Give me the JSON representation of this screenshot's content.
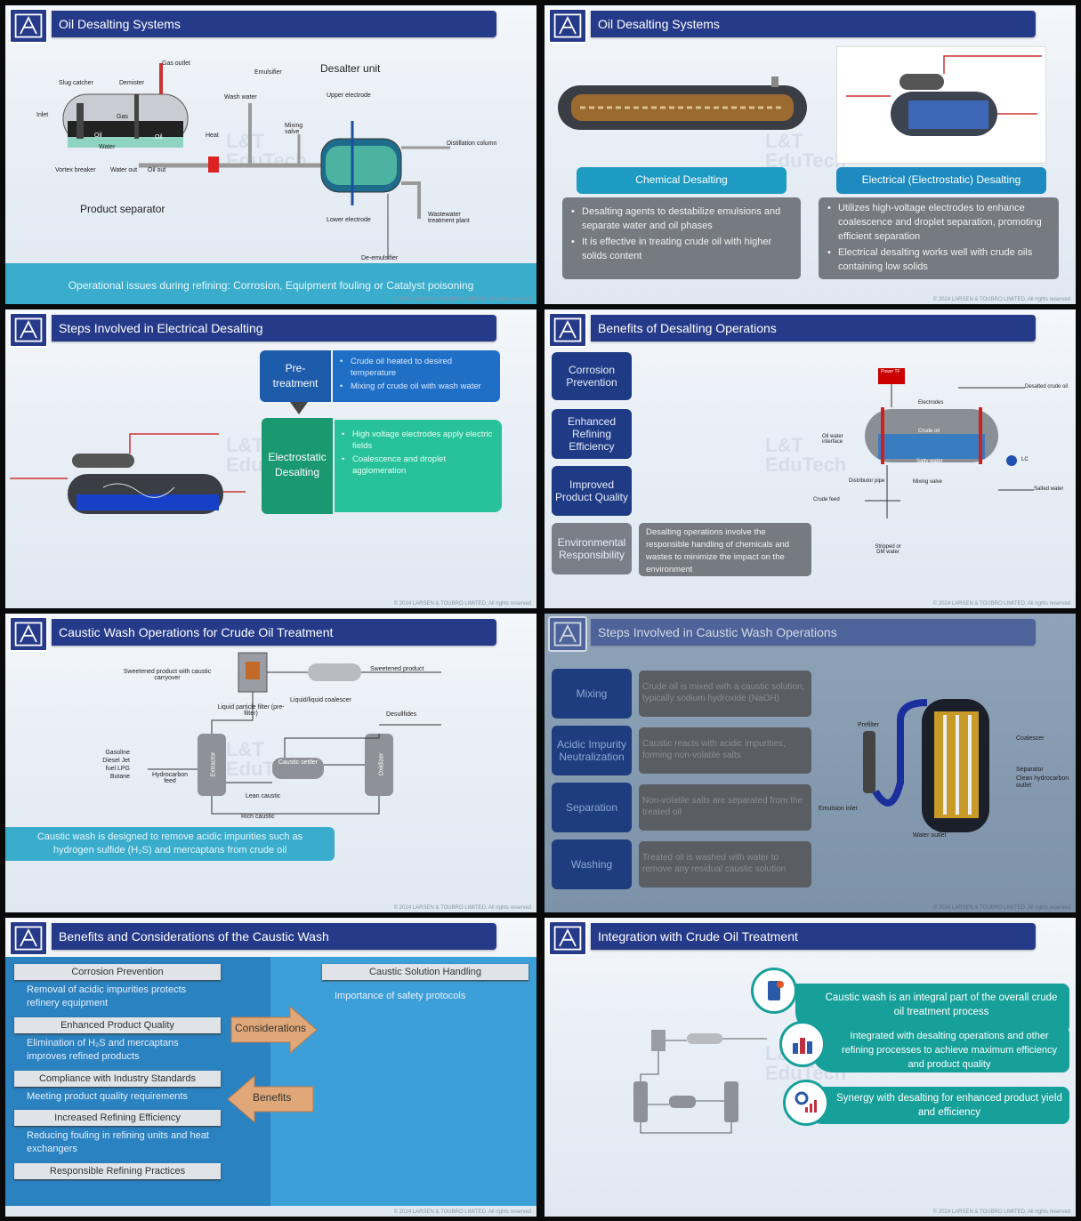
{
  "copyright": "© 2024 LARSEN & TOUBRO LIMITED. All rights reserved",
  "watermark": {
    "line1": "L&T",
    "line2": "EduTech"
  },
  "slide1": {
    "title": "Oil Desalting Systems",
    "labels": {
      "gas_outlet": "Gas outlet",
      "slug_catcher": "Slug catcher",
      "demister": "Demister",
      "inlet": "Inlet",
      "gas": "Gas",
      "oil1": "Oil",
      "oil2": "Oil",
      "water": "Water",
      "vortex_breaker": "Vortex breaker",
      "water_out": "Water out",
      "oil_out": "Oil out",
      "emulsifier": "Emulsifier",
      "wash_water": "Wash water",
      "heat": "Heat",
      "mixing_valve": "Mixing valve",
      "desalter_unit": "Desalter unit",
      "upper_electrode": "Upper electrode",
      "distillation_column": "Distillation column",
      "lower_electrode": "Lower electrode",
      "wastewater": "Wastewater treatment plant",
      "de_emulsifier": "De-emulsifier",
      "product_separator": "Product separator"
    },
    "footer": "Operational issues during refining: Corrosion, Equipment fouling or Catalyst poisoning"
  },
  "slide2": {
    "title": "Oil Desalting Systems",
    "chemical": {
      "label": "Chemical Desalting",
      "points": [
        "Desalting agents to destabilize emulsions and separate water and oil phases",
        "It is effective in treating crude oil with higher solids content"
      ]
    },
    "electrical": {
      "label": "Electrical (Electrostatic) Desalting",
      "points": [
        "Utilizes high-voltage electrodes to enhance coalescence and droplet separation, promoting efficient separation",
        "Electrical desalting works well with crude oils containing low solids"
      ]
    }
  },
  "slide3": {
    "title": "Steps Involved in Electrical Desalting",
    "step1": {
      "label": "Pre-treatment",
      "points": [
        "Crude oil heated to desired temperature",
        "Mixing of crude oil with wash water"
      ]
    },
    "step2": {
      "label": "Electrostatic Desalting",
      "points": [
        "High voltage electrodes apply electric fields",
        "Coalescence and droplet agglomeration"
      ]
    }
  },
  "slide4": {
    "title": "Benefits of Desalting Operations",
    "items": [
      "Corrosion Prevention",
      "Enhanced Refining Efficiency",
      "Improved Product Quality",
      "Environmental Responsibility"
    ],
    "note": "Desalting operations involve the responsible handling of chemicals and wastes to minimize the impact on the environment",
    "labels": {
      "power": "Power TF",
      "electrodes": "Electrodes",
      "desalted": "Desalted crude oil",
      "interface": "Oil water interface",
      "crude_oil": "Crude oil",
      "salty_water": "Salty water",
      "lc": "LC",
      "distributor": "Distributor pipe",
      "mixing": "Mixing valve",
      "crude_feed": "Crude feed",
      "salted_water": "Salted water",
      "stripped": "Stripped or DM water"
    }
  },
  "slide5": {
    "title": "Caustic Wash Operations for Crude Oil Treatment",
    "labels": {
      "sweetened_carry": "Sweetened product with caustic carryover",
      "sweetened": "Sweetened product",
      "filter": "Liquid particle filter (pre-filter)",
      "coalescer": "Liquid/liquid coalescer",
      "desulfides": "Desullfides",
      "feeds": "Gasoline Diesel Jet fuel LPG Butane",
      "hydrocarbon": "Hydrocarbon feed",
      "extractor": "Extractor",
      "settler": "Caustic settler",
      "oxidizer": "Oxidizer",
      "lean": "Lean caustic",
      "rich": "Rich caustic"
    },
    "footer": "Caustic wash is designed to remove acidic impurities such as hydrogen sulfide (H₂S) and mercaptans from crude oil"
  },
  "slide6": {
    "title": "Steps Involved in Caustic Wash Operations",
    "steps": [
      {
        "label": "Mixing",
        "text": "Crude oil is mixed with a caustic solution, typically sodium hydroxide (NaOH)"
      },
      {
        "label": "Acidic Impurity Neutralization",
        "text": "Caustic reacts with acidic impurities, forming non-volatile salts"
      },
      {
        "label": "Separation",
        "text": "Non-volatile salts are separated from the treated oil"
      },
      {
        "label": "Washing",
        "text": "Treated oil is washed with water to remove any residual caustic solution"
      }
    ],
    "labels": {
      "prefilter": "Prefilter",
      "coalescer": "Coalescer",
      "separator": "Separator",
      "clean": "Clean hydrocarbon outlet",
      "emulsion": "Emulsion inlet",
      "water_outlet": "Water outlet"
    }
  },
  "slide7": {
    "title": "Benefits and Considerations of the Caustic Wash",
    "left": [
      {
        "head": "Corrosion Prevention",
        "text": "Removal of acidic impurities protects refinery equipment"
      },
      {
        "head": "Enhanced Product Quality",
        "text": "Elimination of H₂S and mercaptans improves refined products"
      },
      {
        "head": "Compliance with Industry Standards",
        "text": "Meeting product quality requirements"
      },
      {
        "head": "Increased Refining Efficiency",
        "text": "Reducing fouling in refining units and heat exchangers"
      },
      {
        "head": "Responsible Refining Practices",
        "text": ""
      }
    ],
    "right": {
      "head": "Caustic Solution Handling",
      "text": "Importance of safety protocols"
    },
    "considerations": "Considerations",
    "benefits": "Benefits"
  },
  "slide8": {
    "title": "Integration with Crude Oil Treatment",
    "items": [
      "Caustic wash is an integral part of the overall crude oil treatment process",
      "Integrated with desalting operations and other refining processes to achieve maximum efficiency and product quality",
      "Synergy with desalting for enhanced product yield and efficiency"
    ]
  }
}
